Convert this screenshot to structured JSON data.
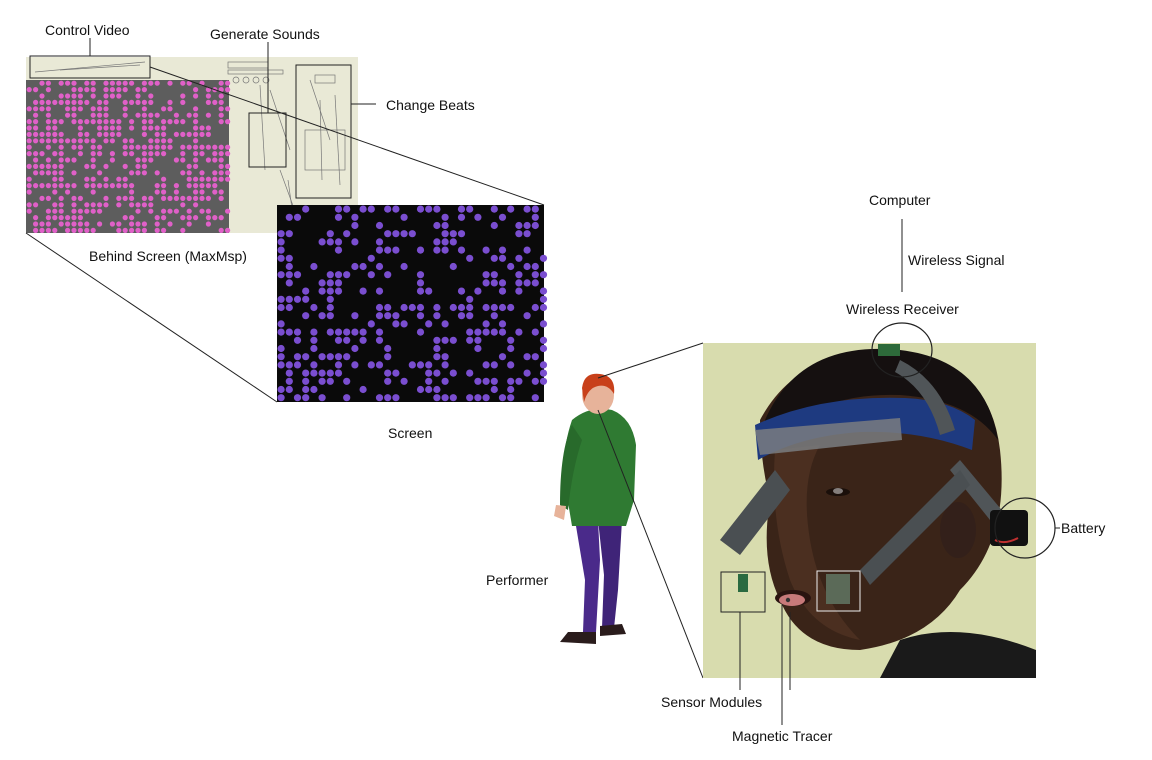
{
  "labels": {
    "control_video": "Control Video",
    "generate_sounds": "Generate Sounds",
    "change_beats": "Change Beats",
    "behind_screen": "Behind Screen (MaxMsp)",
    "screen": "Screen",
    "computer": "Computer",
    "wireless_signal": "Wireless Signal",
    "wireless_receiver": "Wireless Receiver",
    "battery": "Battery",
    "performer": "Performer",
    "sensor_modules": "Sensor Modules",
    "magnetic_tracer": "Magnetic Tracer"
  },
  "colors": {
    "maxmsp_background": "#e9e9d6",
    "matrix_grey": "#5d5d5d",
    "matrix_pink": "#e060c8",
    "screen_black": "#0a0a0a",
    "screen_purple": "#7a4ed0",
    "photo_wall": "#d8dcae",
    "headband_blue": "#1e3a80",
    "performer_shirt": "#2f7a32",
    "performer_pants": "#4a2a8a",
    "performer_hair": "#c8401a"
  },
  "icons": {
    "performer": "standing-person-illustration",
    "headset_photo": "person-wearing-tongue-drive-headset-photo"
  }
}
